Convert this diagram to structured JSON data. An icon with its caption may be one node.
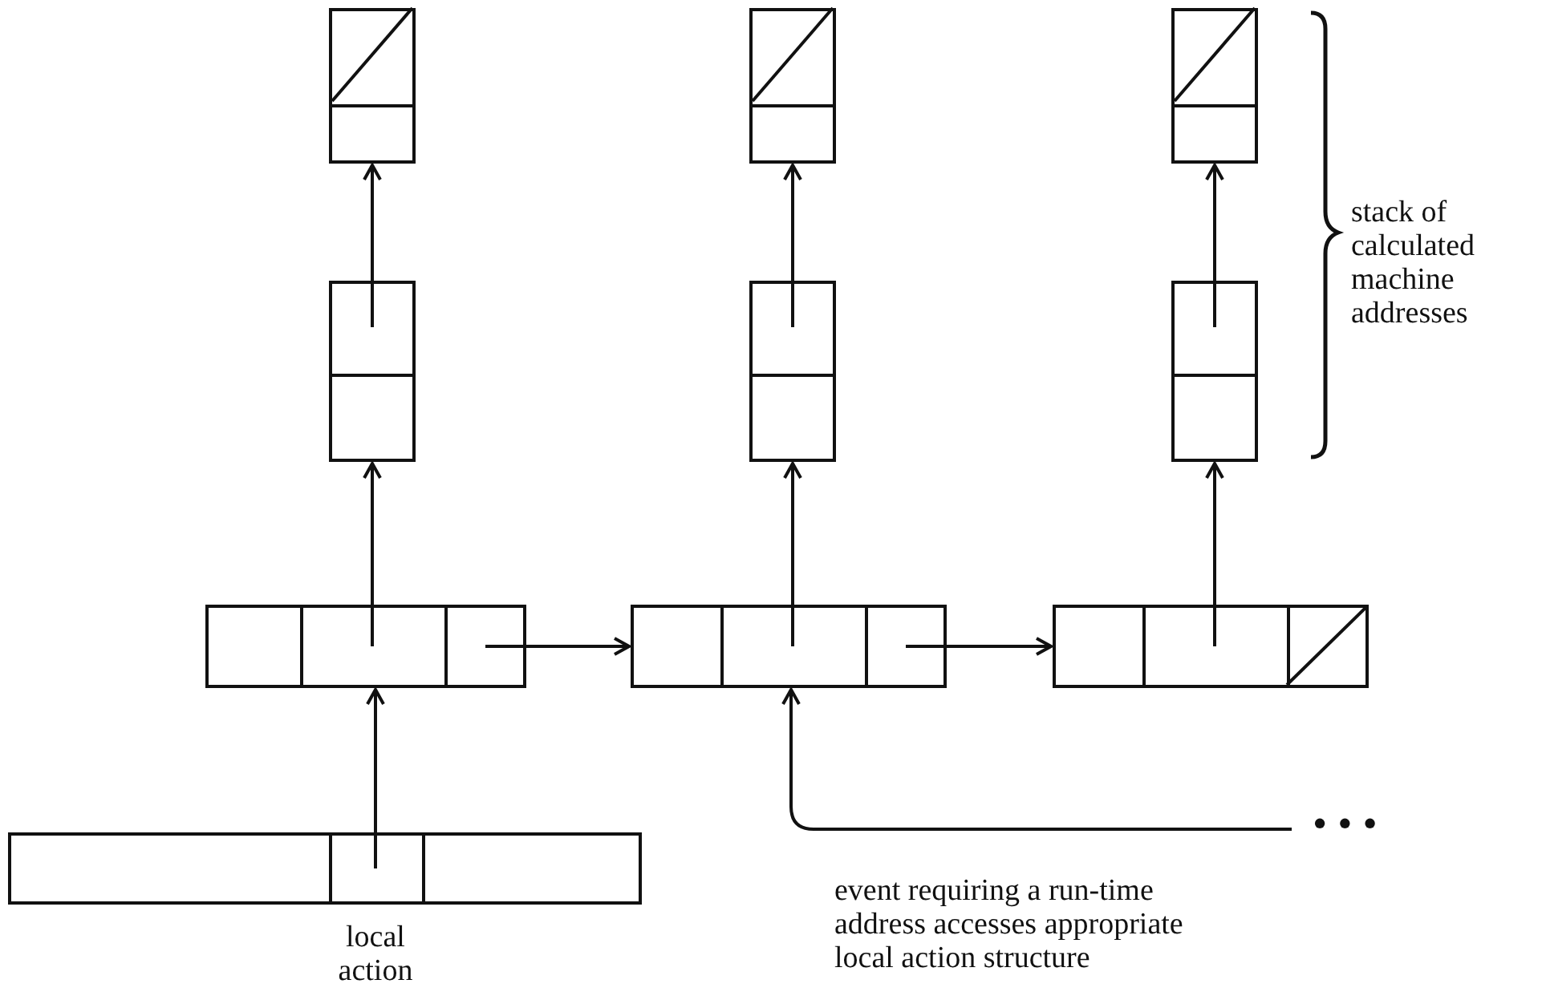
{
  "diagram": {
    "nodes": [
      {
        "text": [],
        "shape": "box"
      },
      {
        "text": [],
        "shape": "box"
      },
      {
        "text": [],
        "shape": "box"
      },
      {
        "text": [],
        "shape": "box"
      },
      {
        "text": [],
        "shape": "box"
      },
      {
        "text": [],
        "shape": "box"
      },
      {
        "text": [],
        "shape": "box"
      },
      {
        "text": [],
        "shape": "box"
      },
      {
        "text": [],
        "shape": "box"
      },
      {
        "text": [],
        "shape": "box",
        "beside": [
          "local action"
        ]
      }
    ],
    "edges": [
      {
        "from": 9,
        "to": 6,
        "arrow": "to"
      },
      {
        "from": 6,
        "to": 3,
        "arrow": "to"
      },
      {
        "from": 3,
        "to": 0,
        "arrow": "to"
      },
      {
        "from": 6,
        "to": 7,
        "arrow": "to"
      },
      {
        "from": 7,
        "to": 4,
        "arrow": "to"
      },
      {
        "from": 4,
        "to": 1,
        "arrow": "to"
      },
      {
        "from": 7,
        "to": 8,
        "arrow": "to"
      },
      {
        "from": 8,
        "to": 5,
        "arrow": "to"
      },
      {
        "from": 5,
        "to": 2,
        "arrow": "to"
      },
      {
        "from": null,
        "to": 7,
        "arrow": "to"
      }
    ],
    "labels": [
      "stack of calculated machine addresses",
      "event requiring a run-time address accesses appropriate local action structure",
      "• • •"
    ]
  }
}
